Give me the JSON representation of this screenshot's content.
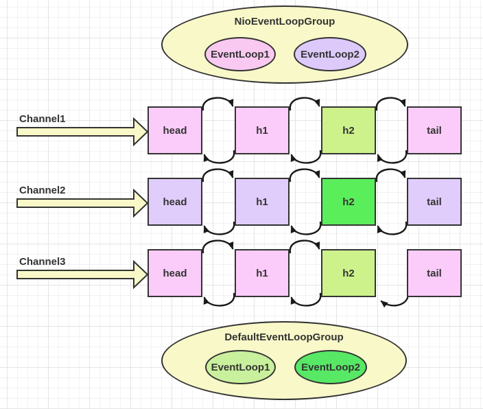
{
  "colors": {
    "border": "#333333",
    "arc": "#1a1a1a",
    "text": "#333333",
    "group_fill": "#f8f8c9",
    "arrow_fill": "#f8f8c9"
  },
  "groups": {
    "top": {
      "title": "NioEventLoopGroup",
      "fill": "#f8f8c9",
      "loops": [
        {
          "label": "EventLoop1",
          "fill": "#f9c9f1"
        },
        {
          "label": "EventLoop2",
          "fill": "#ddcafa"
        }
      ]
    },
    "bottom": {
      "title": "DefaultEventLoopGroup",
      "fill": "#f8f8c9",
      "loops": [
        {
          "label": "EventLoop1",
          "fill": "#c9f09c"
        },
        {
          "label": "EventLoop2",
          "fill": "#57e865"
        }
      ]
    }
  },
  "channels": [
    {
      "label": "Channel1",
      "nodes": [
        {
          "label": "head",
          "fill": "#fbccf9"
        },
        {
          "label": "h1",
          "fill": "#fbccf9"
        },
        {
          "label": "h2",
          "fill": "#cdf28c"
        },
        {
          "label": "tail",
          "fill": "#fbccf9"
        }
      ]
    },
    {
      "label": "Channel2",
      "nodes": [
        {
          "label": "head",
          "fill": "#e1cdfb"
        },
        {
          "label": "h1",
          "fill": "#e1cdfb"
        },
        {
          "label": "h2",
          "fill": "#5bee5b"
        },
        {
          "label": "tail",
          "fill": "#e1cdfb"
        }
      ]
    },
    {
      "label": "Channel3",
      "nodes": [
        {
          "label": "head",
          "fill": "#fbccf9"
        },
        {
          "label": "h1",
          "fill": "#fbccf9"
        },
        {
          "label": "h2",
          "fill": "#cdf28c"
        },
        {
          "label": "tail",
          "fill": "#fbccf9"
        }
      ]
    }
  ]
}
